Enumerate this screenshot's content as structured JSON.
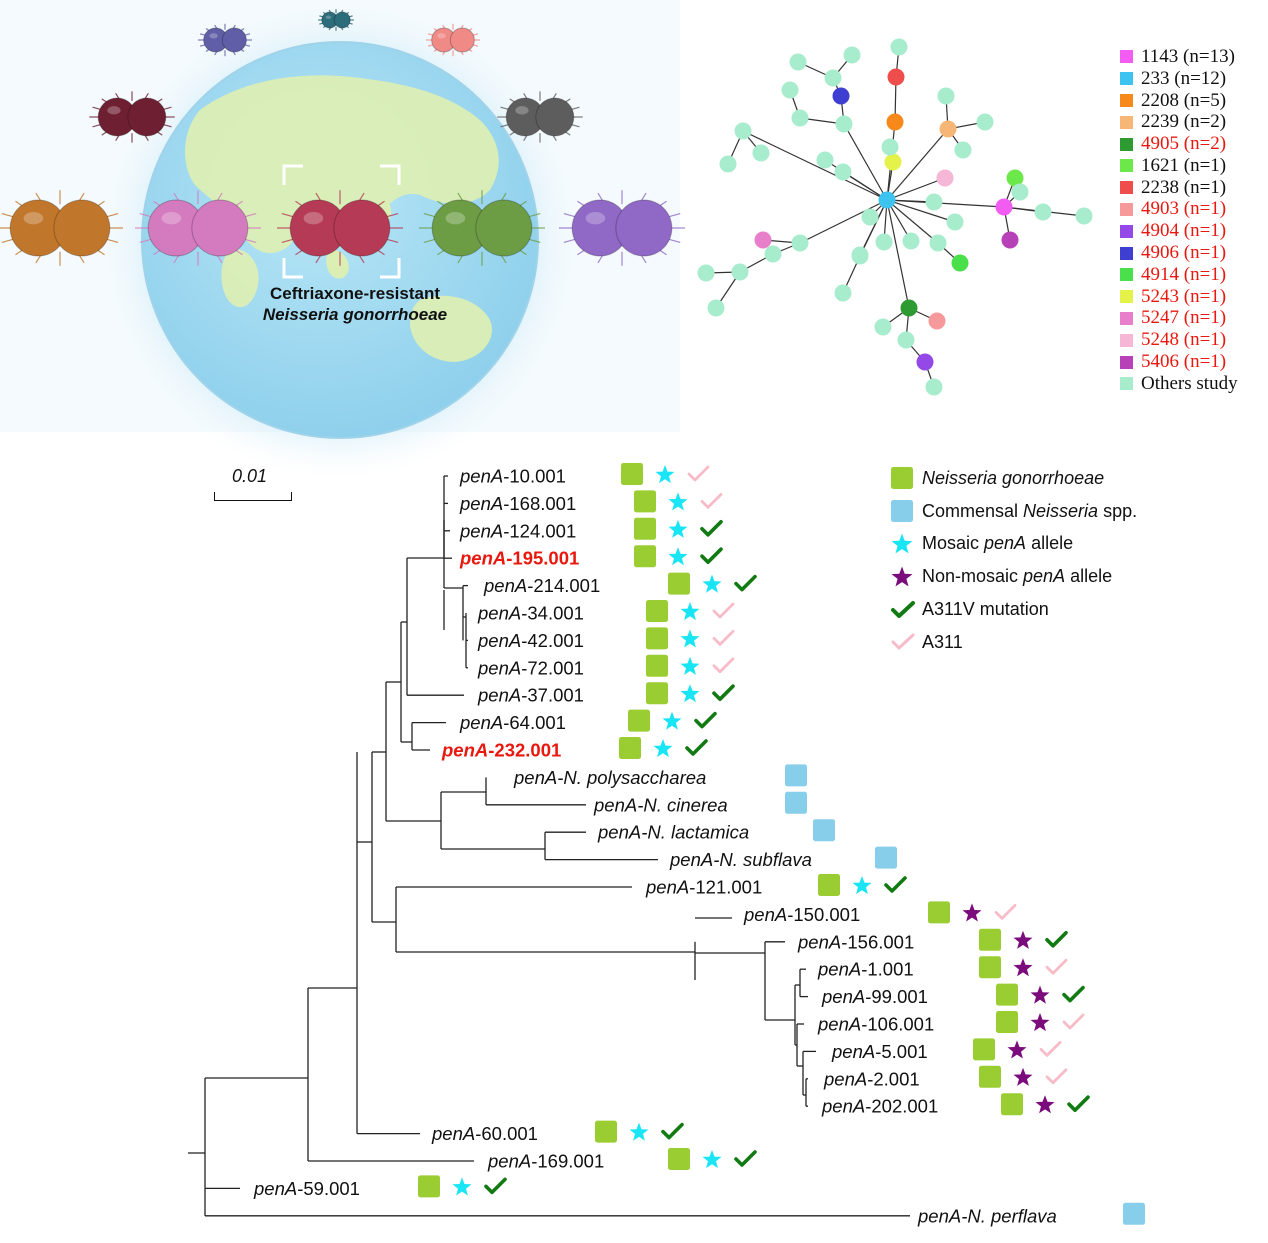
{
  "globe_caption": {
    "line1": "Ceftriaxone-resistant",
    "line2": "Neisseria gonorrhoeae"
  },
  "st_legend": [
    {
      "label": "1143 (n=13)",
      "color": "#f25cf2",
      "red": false
    },
    {
      "label": "233 (n=12)",
      "color": "#3cc3ef",
      "red": false
    },
    {
      "label": "2208 (n=5)",
      "color": "#f7881a",
      "red": false
    },
    {
      "label": "2239 (n=2)",
      "color": "#f8b676",
      "red": false
    },
    {
      "label": "4905 (n=2)",
      "color": "#2e9a32",
      "red": true
    },
    {
      "label": "1621 (n=1)",
      "color": "#6de84a",
      "red": false
    },
    {
      "label": "2238 (n=1)",
      "color": "#ef4c4c",
      "red": false
    },
    {
      "label": "4903 (n=1)",
      "color": "#f6999a",
      "red": true
    },
    {
      "label": "4904 (n=1)",
      "color": "#9448e8",
      "red": true
    },
    {
      "label": "4906 (n=1)",
      "color": "#3e3ed0",
      "red": true
    },
    {
      "label": "4914 (n=1)",
      "color": "#49e04b",
      "red": true
    },
    {
      "label": "5243 (n=1)",
      "color": "#e4f24a",
      "red": true
    },
    {
      "label": "5247 (n=1)",
      "color": "#e77fcb",
      "red": true
    },
    {
      "label": "5248 (n=1)",
      "color": "#f6b6d5",
      "red": true
    },
    {
      "label": "5406 (n=1)",
      "color": "#b741b7",
      "red": true
    },
    {
      "label": "Others study",
      "color": "#a7eccd",
      "red": false
    }
  ],
  "phylo_legend": [
    {
      "icon": "green-square-icon",
      "label": "",
      "italic": "Neisseria gonorrhoeae",
      "suffix": ""
    },
    {
      "icon": "blue-square-icon",
      "label": "Commensal ",
      "italic": "Neisseria",
      "suffix": " spp."
    },
    {
      "icon": "cyan-star-icon",
      "label": "Mosaic ",
      "italic": "penA",
      "suffix": " allele"
    },
    {
      "icon": "purple-star-icon",
      "label": "Non-mosaic ",
      "italic": "penA",
      "suffix": " allele"
    },
    {
      "icon": "green-check-icon",
      "label": "A311V mutation",
      "italic": "",
      "suffix": ""
    },
    {
      "icon": "pink-check-icon",
      "label": "A311",
      "italic": "",
      "suffix": ""
    }
  ],
  "scale_label": "0.01",
  "colors": {
    "ngo_square": "#9acd32",
    "commensal_square": "#87ceeb",
    "mosaic_star": "#19e5f5",
    "nonmosaic_star": "#7b0c7b",
    "check_a311v": "#127a12",
    "check_a311": "#f7bcc8",
    "highlight_red": "#e8180f"
  },
  "tree_leaves": [
    {
      "prefix": "penA",
      "suffix": "-10.001",
      "y": 1,
      "red": false,
      "square": "ngo",
      "star": "mosaic",
      "check": "a311"
    },
    {
      "prefix": "penA",
      "suffix": "-168.001",
      "y": 2,
      "red": false,
      "square": "ngo",
      "star": "mosaic",
      "check": "a311"
    },
    {
      "prefix": "penA",
      "suffix": "-124.001",
      "y": 3,
      "red": false,
      "square": "ngo",
      "star": "mosaic",
      "check": "a311v"
    },
    {
      "prefix": "penA",
      "suffix": "-195.001",
      "y": 4,
      "red": true,
      "square": "ngo",
      "star": "mosaic",
      "check": "a311v"
    },
    {
      "prefix": "penA",
      "suffix": "-214.001",
      "y": 5,
      "red": false,
      "square": "ngo",
      "star": "mosaic",
      "check": "a311v"
    },
    {
      "prefix": "penA",
      "suffix": "-34.001",
      "y": 6,
      "red": false,
      "square": "ngo",
      "star": "mosaic",
      "check": "a311"
    },
    {
      "prefix": "penA",
      "suffix": "-42.001",
      "y": 7,
      "red": false,
      "square": "ngo",
      "star": "mosaic",
      "check": "a311"
    },
    {
      "prefix": "penA",
      "suffix": "-72.001",
      "y": 8,
      "red": false,
      "square": "ngo",
      "star": "mosaic",
      "check": "a311"
    },
    {
      "prefix": "penA",
      "suffix": "-37.001",
      "y": 9,
      "red": false,
      "square": "ngo",
      "star": "mosaic",
      "check": "a311v"
    },
    {
      "prefix": "penA",
      "suffix": "-64.001",
      "y": 10,
      "red": false,
      "square": "ngo",
      "star": "mosaic",
      "check": "a311v"
    },
    {
      "prefix": "penA",
      "suffix": "-232.001",
      "y": 11,
      "red": true,
      "square": "ngo",
      "star": "mosaic",
      "check": "a311v"
    },
    {
      "prefix": "penA-N.",
      "suffix": " polysaccharea",
      "y": 12,
      "red": false,
      "square": "com",
      "star": "",
      "check": ""
    },
    {
      "prefix": "penA-N.",
      "suffix": " cinerea",
      "y": 13,
      "red": false,
      "square": "com",
      "star": "",
      "check": ""
    },
    {
      "prefix": "penA-N.",
      "suffix": " lactamica",
      "y": 14,
      "red": false,
      "square": "com",
      "star": "",
      "check": ""
    },
    {
      "prefix": "penA-N.",
      "suffix": " subflava",
      "y": 15,
      "red": false,
      "square": "com",
      "star": "",
      "check": ""
    },
    {
      "prefix": "penA",
      "suffix": "-121.001",
      "y": 16,
      "red": false,
      "square": "ngo",
      "star": "mosaic",
      "check": "a311v"
    },
    {
      "prefix": "penA",
      "suffix": "-150.001",
      "y": 17,
      "red": false,
      "square": "ngo",
      "star": "nonmosaic",
      "check": "a311"
    },
    {
      "prefix": "penA",
      "suffix": "-156.001",
      "y": 18,
      "red": false,
      "square": "ngo",
      "star": "nonmosaic",
      "check": "a311v"
    },
    {
      "prefix": "penA",
      "suffix": "-1.001",
      "y": 19,
      "red": false,
      "square": "ngo",
      "star": "nonmosaic",
      "check": "a311"
    },
    {
      "prefix": "penA",
      "suffix": "-99.001",
      "y": 20,
      "red": false,
      "square": "ngo",
      "star": "nonmosaic",
      "check": "a311v"
    },
    {
      "prefix": "penA",
      "suffix": "-106.001",
      "y": 21,
      "red": false,
      "square": "ngo",
      "star": "nonmosaic",
      "check": "a311"
    },
    {
      "prefix": "penA",
      "suffix": "-5.001",
      "y": 22,
      "red": false,
      "square": "ngo",
      "star": "nonmosaic",
      "check": "a311"
    },
    {
      "prefix": "penA",
      "suffix": "-2.001",
      "y": 23,
      "red": false,
      "square": "ngo",
      "star": "nonmosaic",
      "check": "a311"
    },
    {
      "prefix": "penA",
      "suffix": "-202.001",
      "y": 24,
      "red": false,
      "square": "ngo",
      "star": "nonmosaic",
      "check": "a311v"
    },
    {
      "prefix": "penA",
      "suffix": "-60.001",
      "y": 25,
      "red": false,
      "square": "ngo",
      "star": "mosaic",
      "check": "a311v"
    },
    {
      "prefix": "penA",
      "suffix": "-169.001",
      "y": 26,
      "red": false,
      "square": "ngo",
      "star": "mosaic",
      "check": "a311v"
    },
    {
      "prefix": "penA",
      "suffix": "-59.001",
      "y": 27,
      "red": false,
      "square": "ngo",
      "star": "mosaic",
      "check": "a311v"
    },
    {
      "prefix": "penA-N.",
      "suffix": " perflava",
      "y": 28,
      "red": false,
      "square": "com",
      "star": "",
      "check": ""
    }
  ]
}
